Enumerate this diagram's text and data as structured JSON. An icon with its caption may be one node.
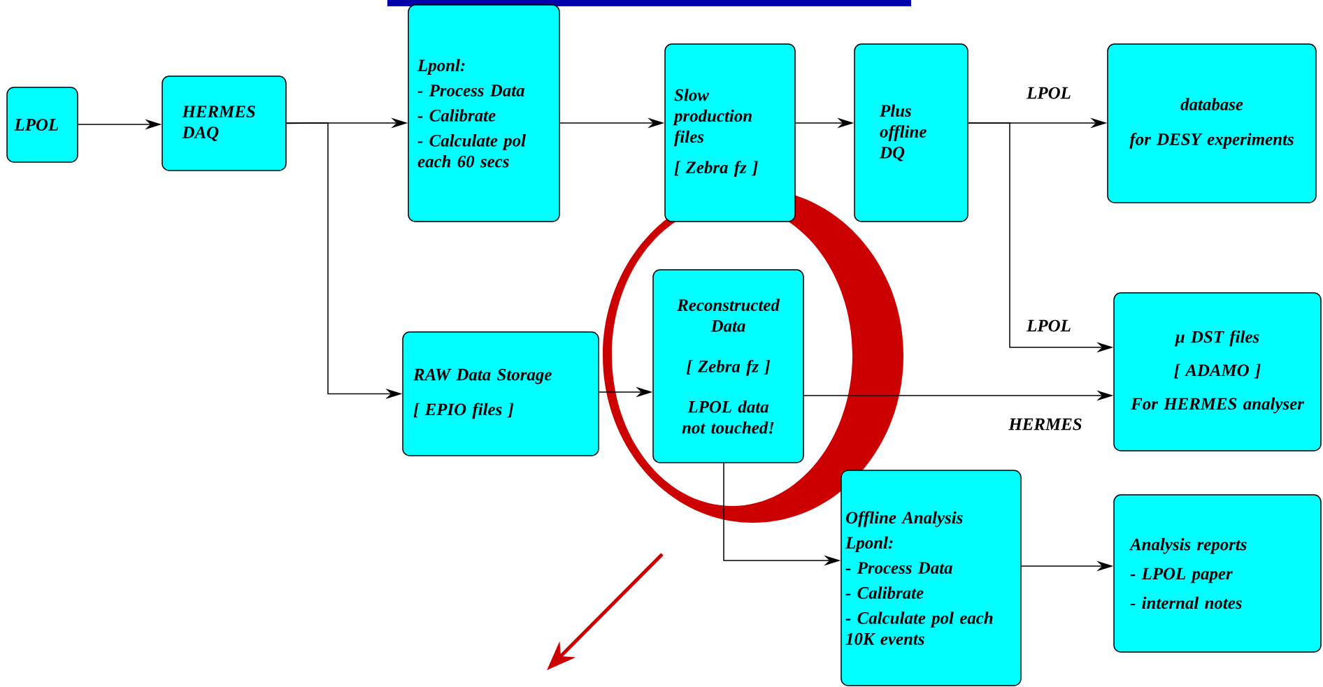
{
  "diagram": {
    "nodes": [
      {
        "text": [
          "LPOL"
        ]
      },
      {
        "text": [
          "HERMES DAQ"
        ]
      },
      {
        "text": [
          "Lponl:",
          "- Process Data",
          "- Calibrate",
          "- Calculate pol each 60 secs"
        ]
      },
      {
        "text": [
          "Slow production files",
          "[ Zebra fz ]"
        ]
      },
      {
        "text": [
          "Plus offline DQ"
        ]
      },
      {
        "text": [
          "database",
          "for DESY experiments"
        ]
      },
      {
        "text": [
          "RAW Data Storage",
          "[ EPIO files ]"
        ]
      },
      {
        "text": [
          "Reconstructed Data",
          "[ Zebra fz ]",
          "LPOL data not touched!"
        ]
      },
      {
        "text": [
          "μ DST files",
          "[ ADAMO ]",
          "For HERMES analyser"
        ]
      },
      {
        "text": [
          "Offline Analysis",
          "Lponl:",
          "- Process Data",
          "- Calibrate",
          "- Calculate pol each 10K events"
        ]
      },
      {
        "text": [
          "Analysis reports",
          "- LPOL paper",
          "- internal notes"
        ]
      }
    ],
    "edges": [
      {
        "from": 0,
        "to": 1,
        "arrow": "to"
      },
      {
        "from": 1,
        "to": 2,
        "arrow": "to"
      },
      {
        "from": 1,
        "to": 6,
        "arrow": "to"
      },
      {
        "from": 2,
        "to": 3,
        "arrow": "to"
      },
      {
        "from": 3,
        "to": 4,
        "arrow": "to"
      },
      {
        "from": 4,
        "to": 5,
        "arrow": "to",
        "label": "LPOL"
      },
      {
        "from": 4,
        "to": 8,
        "arrow": "to",
        "label": "LPOL"
      },
      {
        "from": 6,
        "to": 7,
        "arrow": "to"
      },
      {
        "from": 7,
        "to": 8,
        "arrow": "to",
        "label": "HERMES"
      },
      {
        "from": 7,
        "to": 9,
        "arrow": "to"
      },
      {
        "from": 9,
        "to": 10,
        "arrow": "to"
      }
    ]
  }
}
